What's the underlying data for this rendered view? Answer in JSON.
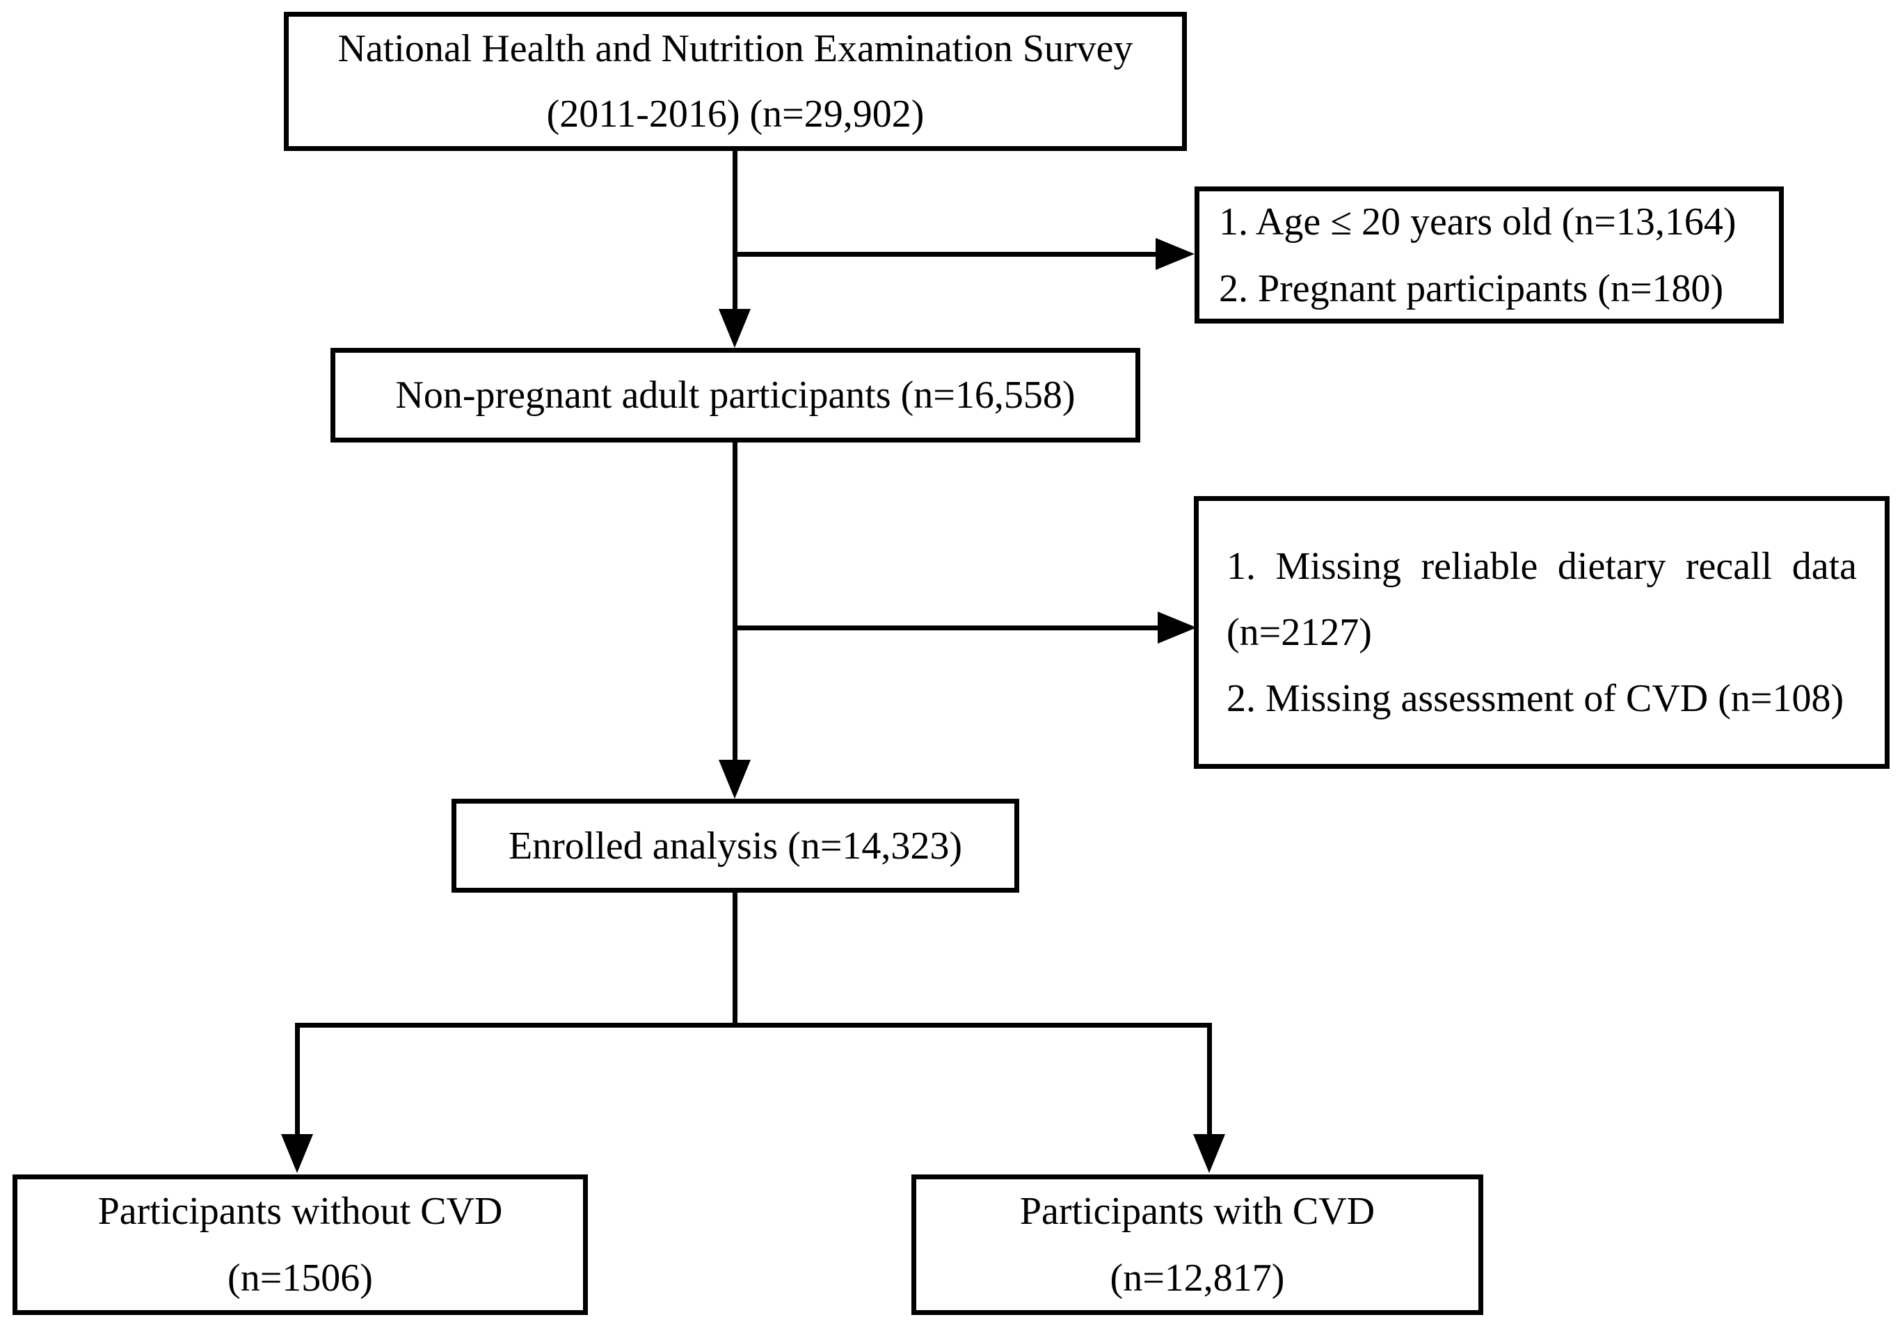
{
  "colors": {
    "line": "#000000",
    "background": "#ffffff",
    "text": "#000000"
  },
  "nodes": {
    "nhanes": {
      "line1": "National Health and Nutrition Examination Survey",
      "line2": "(2011-2016) (n=29,902)"
    },
    "exclusion1": {
      "item1": "1. Age ≤ 20 years old (n=13,164)",
      "item2": "2. Pregnant participants (n=180)"
    },
    "nonpregnant": {
      "label": "Non-pregnant adult participants (n=16,558)"
    },
    "exclusion2": {
      "item1": "1. Missing reliable dietary recall data (n=2127)",
      "item2": "2. Missing assessment of CVD (n=108)"
    },
    "enrolled": {
      "label": "Enrolled analysis (n=14,323)"
    },
    "without_cvd": {
      "line1": "Participants without CVD",
      "line2": "(n=1506)"
    },
    "with_cvd": {
      "line1": "Participants with CVD",
      "line2": "(n=12,817)"
    }
  }
}
